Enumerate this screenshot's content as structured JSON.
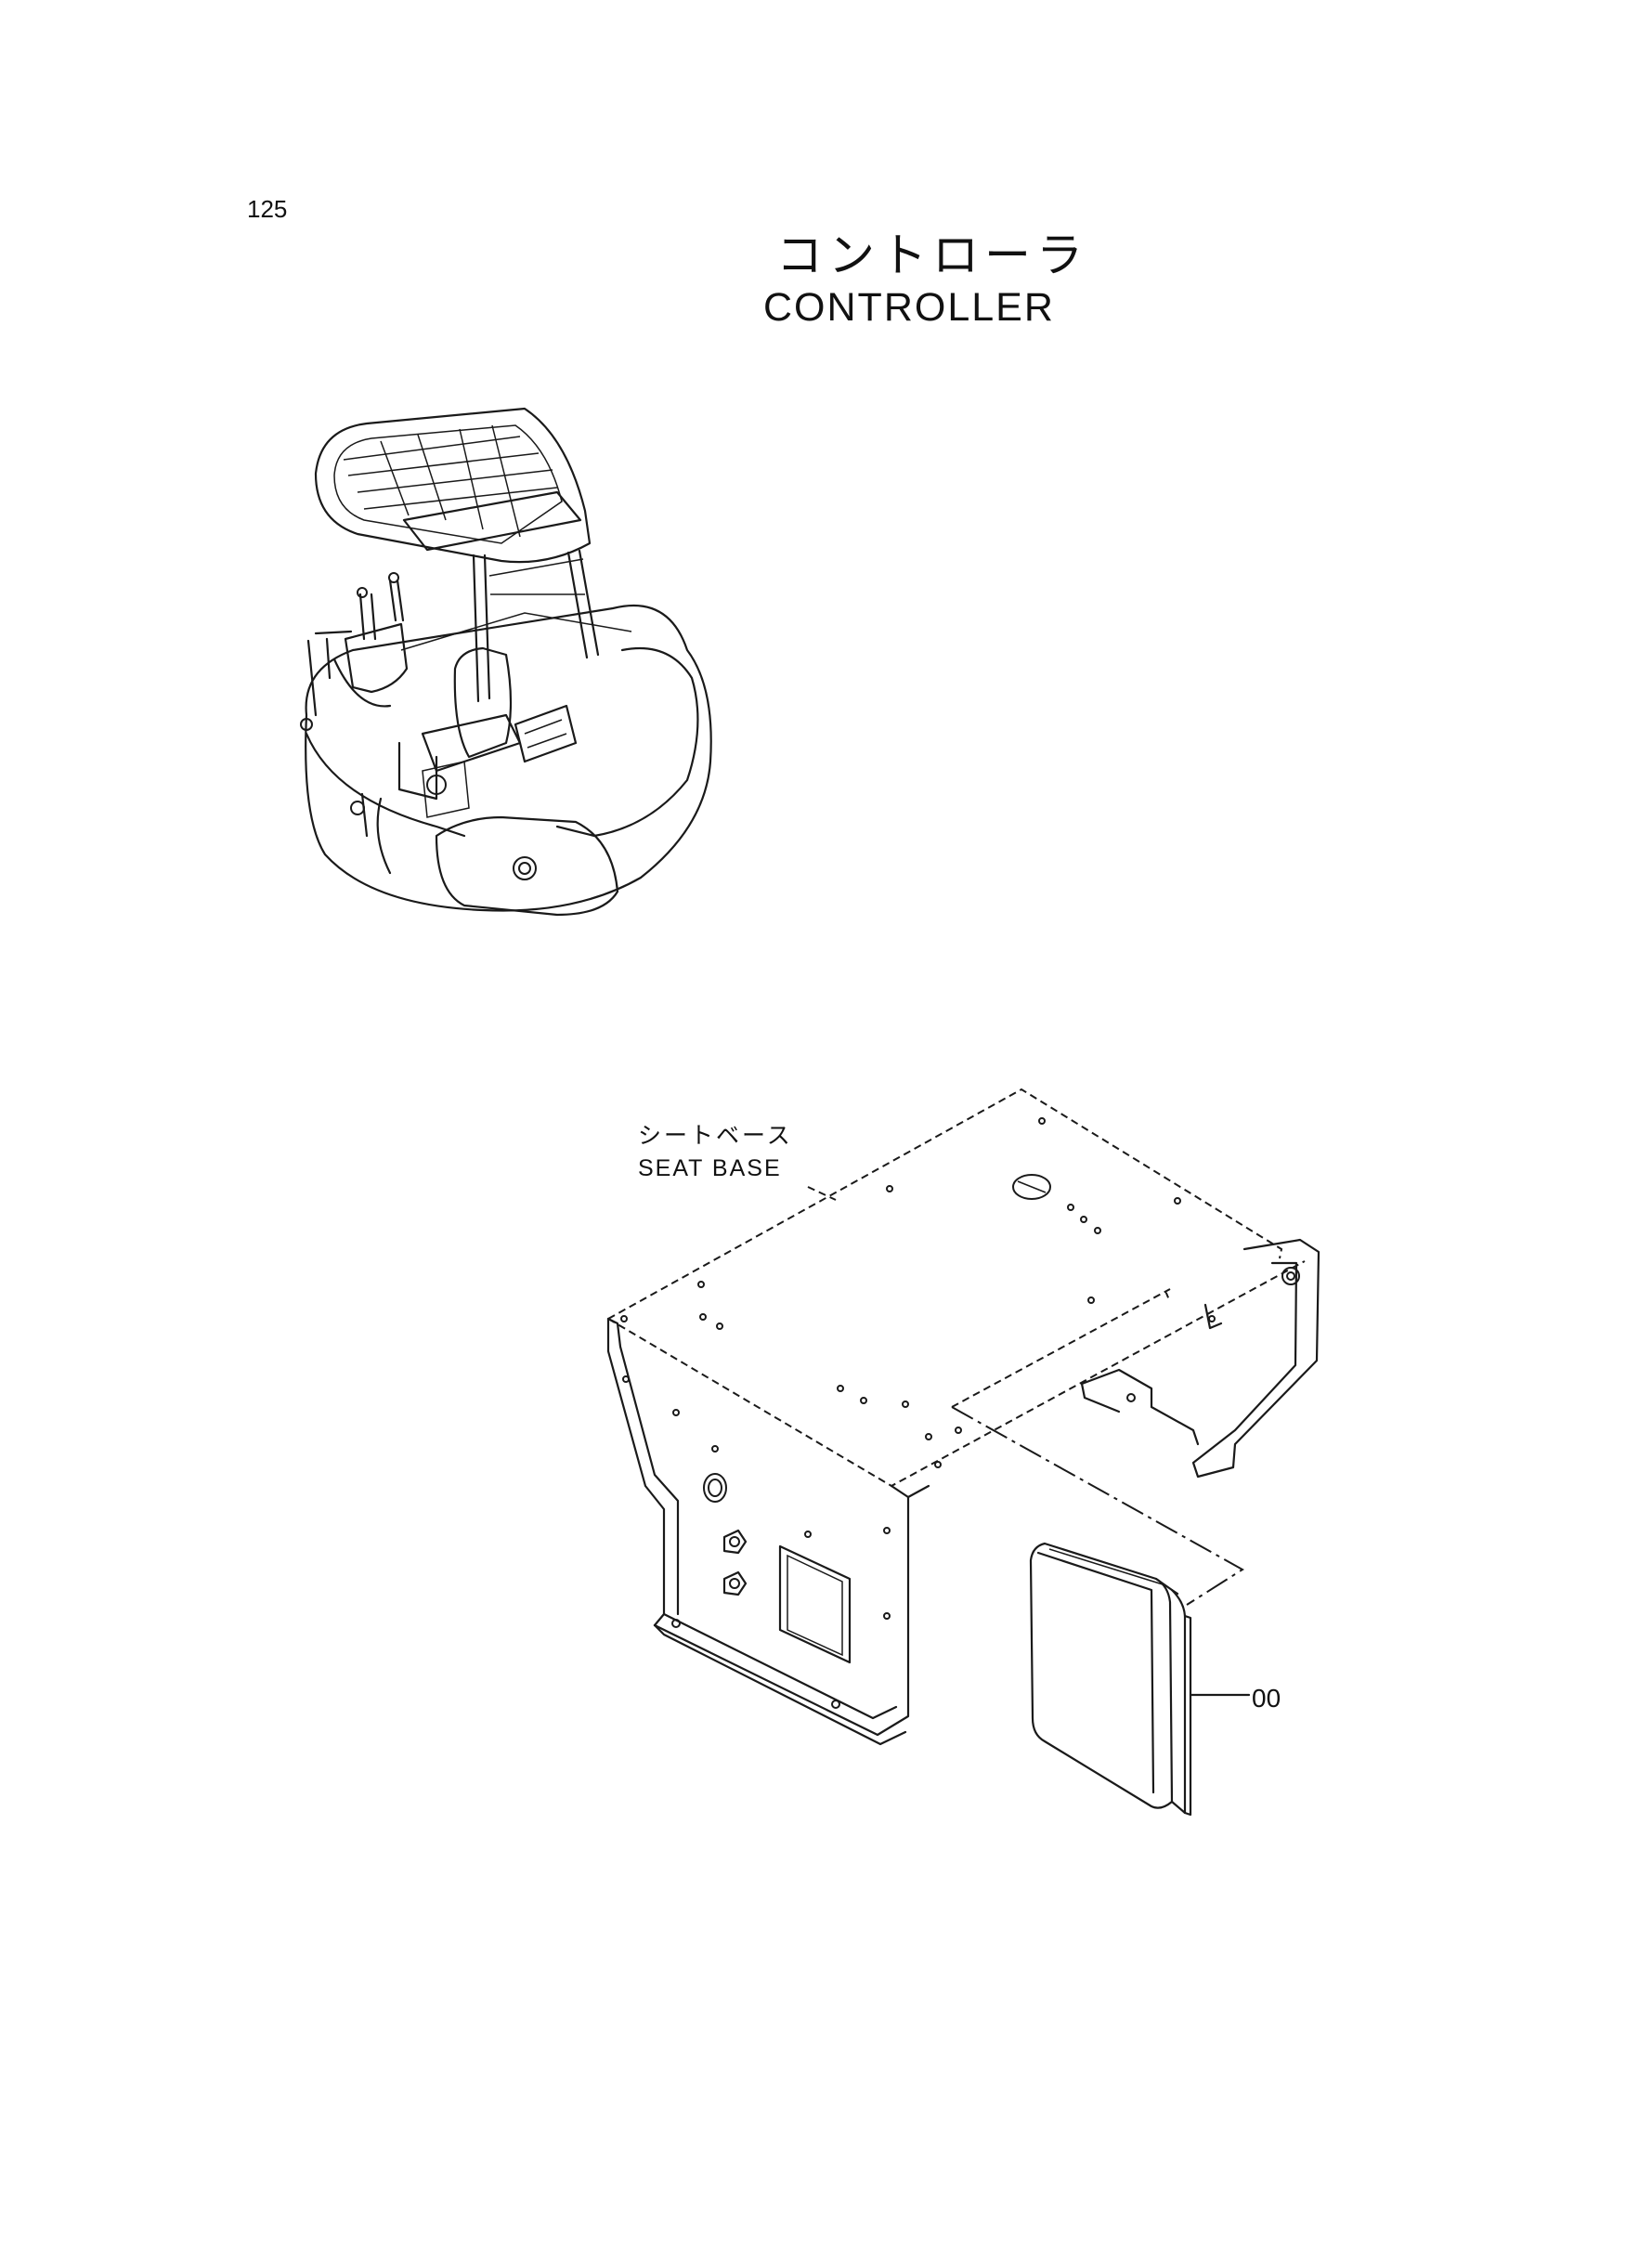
{
  "page": {
    "number": "125"
  },
  "title": {
    "jp": "コントローラ",
    "en": "CONTROLLER"
  },
  "labels": {
    "seat_base_jp": "シートベース",
    "seat_base_en": "SEAT BASE"
  },
  "callouts": [
    {
      "part": "00"
    }
  ]
}
